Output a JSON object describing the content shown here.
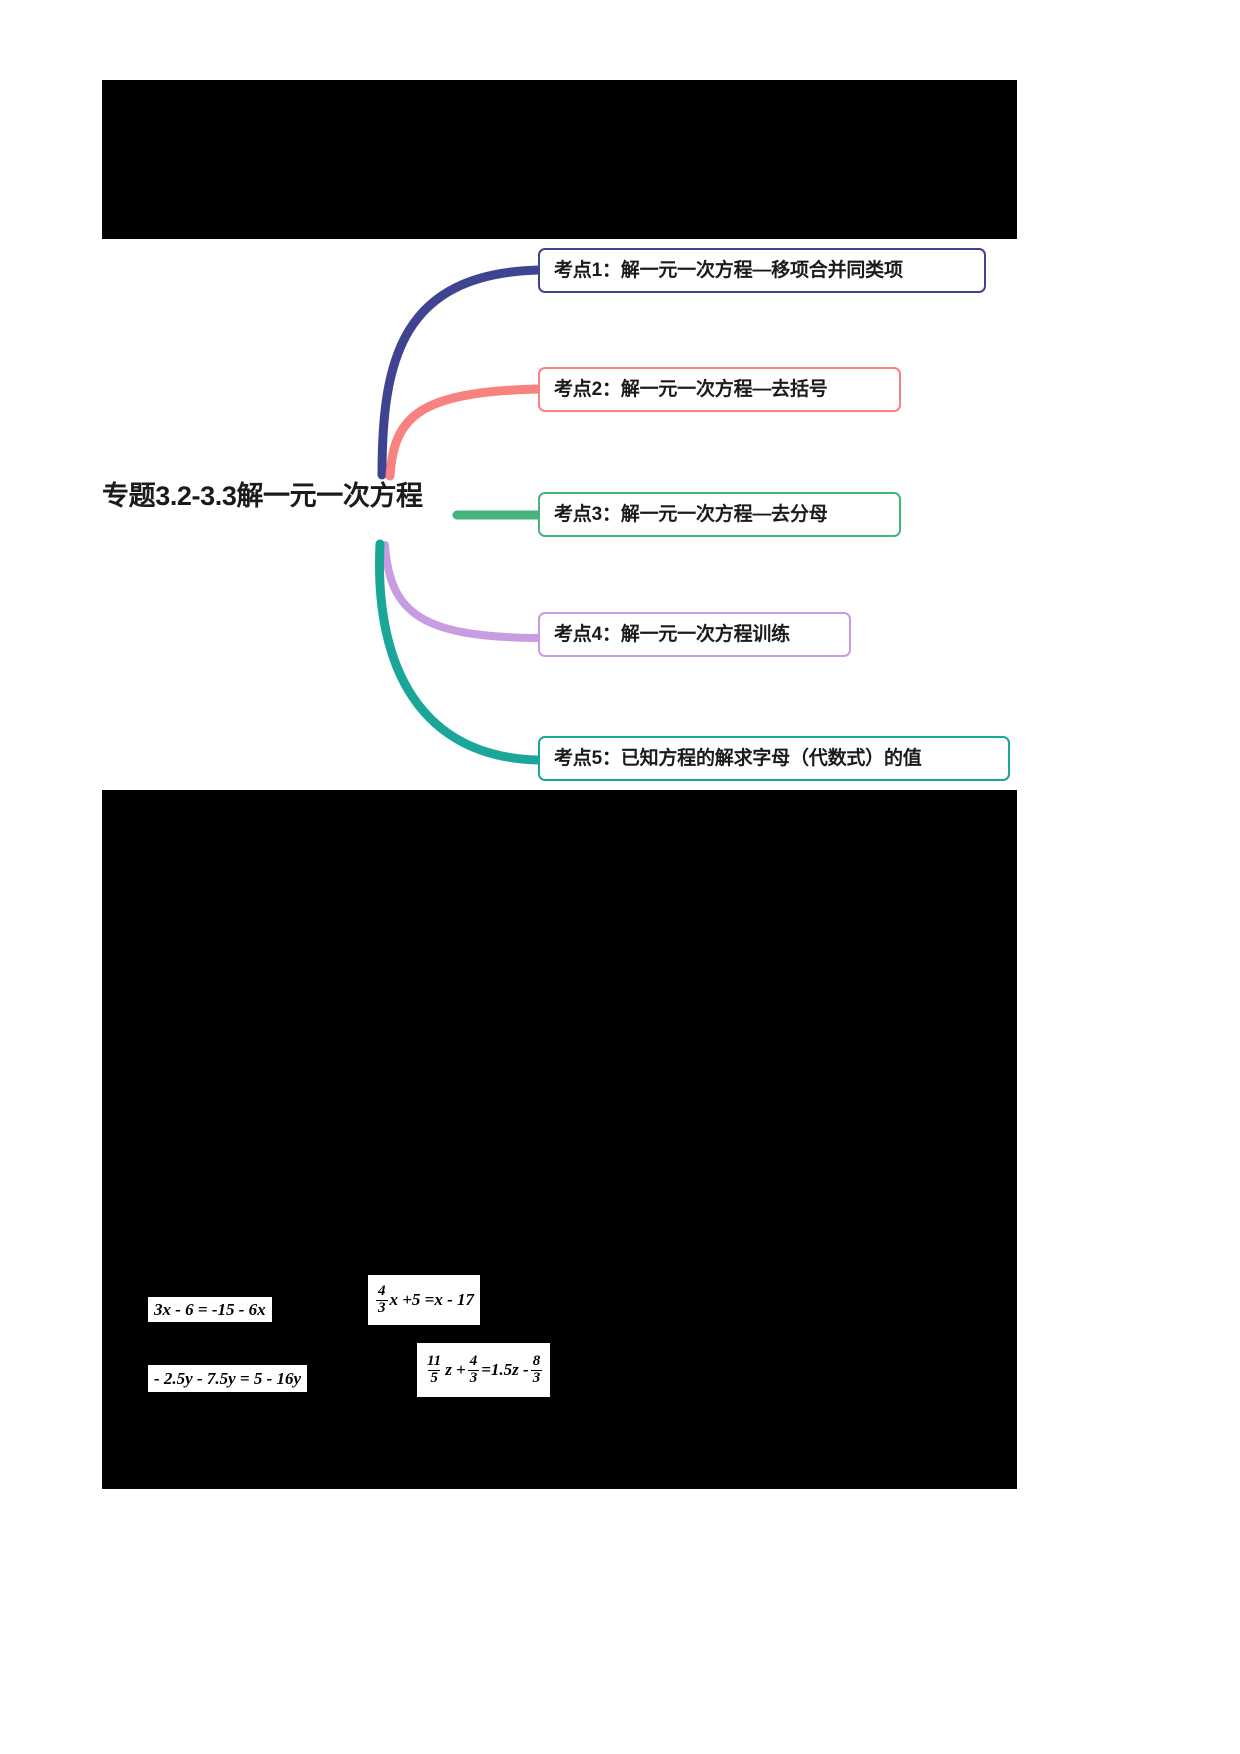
{
  "document": {
    "page_background": "#ffffff",
    "sheet_background": "#000000"
  },
  "mindmap": {
    "root": {
      "label": "专题3.2-3.3解一元一次方程"
    },
    "topics": [
      {
        "id": 1,
        "label": "考点1：解一元一次方程—移项合并同类项",
        "color": "#3f4491"
      },
      {
        "id": 2,
        "label": "考点2：解一元一次方程—去括号",
        "color": "#f8827f"
      },
      {
        "id": 3,
        "label": "考点3：解一元一次方程—去分母",
        "color": "#45b37c"
      },
      {
        "id": 4,
        "label": "考点4：解一元一次方程训练",
        "color": "#c79ce0"
      },
      {
        "id": 5,
        "label": "考点5：已知方程的解求字母（代数式）的值",
        "color": "#1aa699"
      }
    ]
  },
  "equations": {
    "eq1": "3x - 6 = -15 - 6x",
    "eq2": "- 2.5y - 7.5y = 5 - 16y",
    "eq3": {
      "frac_num": "4",
      "frac_den": "3",
      "rest": "x +5 =x - 17"
    },
    "eq4": {
      "f1_num": "11",
      "f1_den": "5",
      "mid1": "z +",
      "f2_num": "4",
      "f2_den": "3",
      "mid2": "=1.5z -",
      "f3_num": "8",
      "f3_den": "3"
    }
  }
}
